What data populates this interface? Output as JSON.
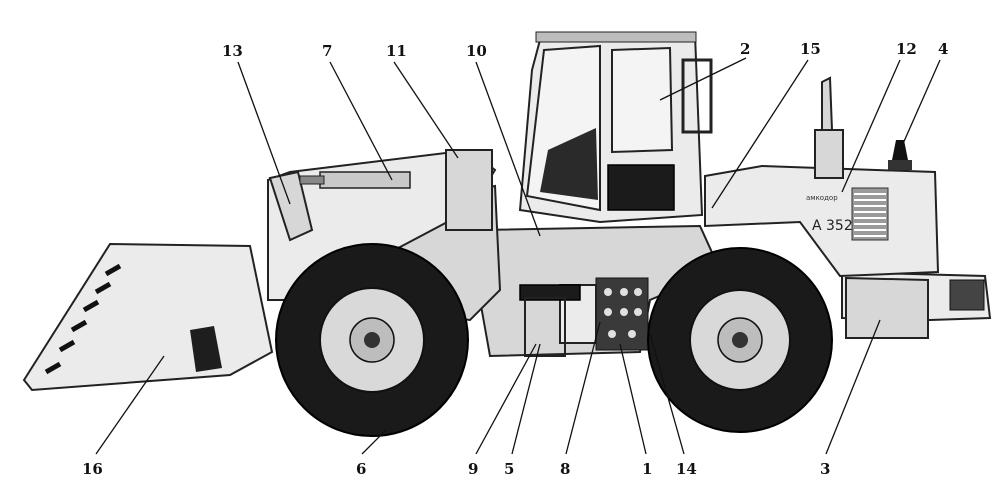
{
  "figure": {
    "model_plate": "А 352",
    "brand_badge": "амкодор"
  },
  "callouts": [
    {
      "id": "13",
      "label": "13"
    },
    {
      "id": "7",
      "label": "7"
    },
    {
      "id": "11",
      "label": "11"
    },
    {
      "id": "10",
      "label": "10"
    },
    {
      "id": "2",
      "label": "2"
    },
    {
      "id": "15",
      "label": "15"
    },
    {
      "id": "12",
      "label": "12"
    },
    {
      "id": "4",
      "label": "4"
    },
    {
      "id": "16",
      "label": "16"
    },
    {
      "id": "6",
      "label": "6"
    },
    {
      "id": "9",
      "label": "9"
    },
    {
      "id": "5",
      "label": "5"
    },
    {
      "id": "8",
      "label": "8"
    },
    {
      "id": "1",
      "label": "1"
    },
    {
      "id": "14",
      "label": "14"
    },
    {
      "id": "3",
      "label": "3"
    }
  ]
}
